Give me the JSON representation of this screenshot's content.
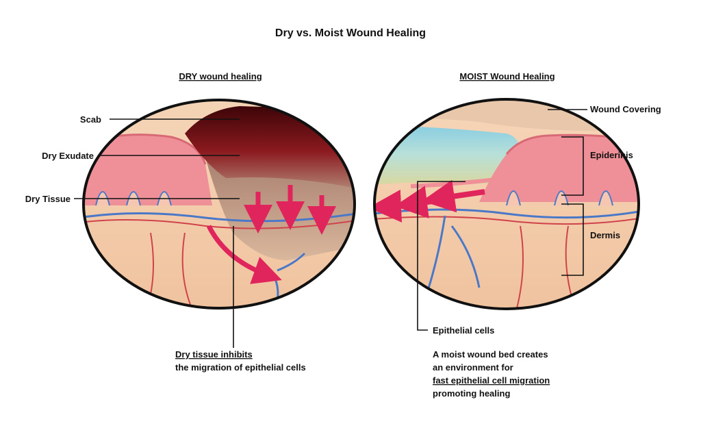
{
  "title": "Dry vs. Moist Wound Healing",
  "dry": {
    "heading": "DRY wound healing",
    "labels": {
      "scab": "Scab",
      "dry_exudate": "Dry Exudate",
      "dry_tissue": "Dry Tissue"
    },
    "caption_line1": "Dry tissue inhibits",
    "caption_line2": "the migration of epithelial cells"
  },
  "moist": {
    "heading": "MOIST Wound Healing",
    "labels": {
      "wound_covering": "Wound Covering",
      "epidermis": "Epiderinis",
      "dermis": "Dermis",
      "epithelial_cells": "Epithelial cells"
    },
    "caption_line1": "A moist wound bed creates",
    "caption_line2": "an environment for",
    "caption_line3": "fast epithelial cell migration",
    "caption_line4": "promoting healing"
  },
  "colors": {
    "skin": "#f3cfb0",
    "epidermis": "#ef8f98",
    "scab": "#7a1016",
    "dry_tissue": "#c8a48a",
    "vein": "#4a78c8",
    "artery": "#d0424a",
    "arrow": "#e0245c",
    "moist_gel": "#9fd8e6"
  }
}
